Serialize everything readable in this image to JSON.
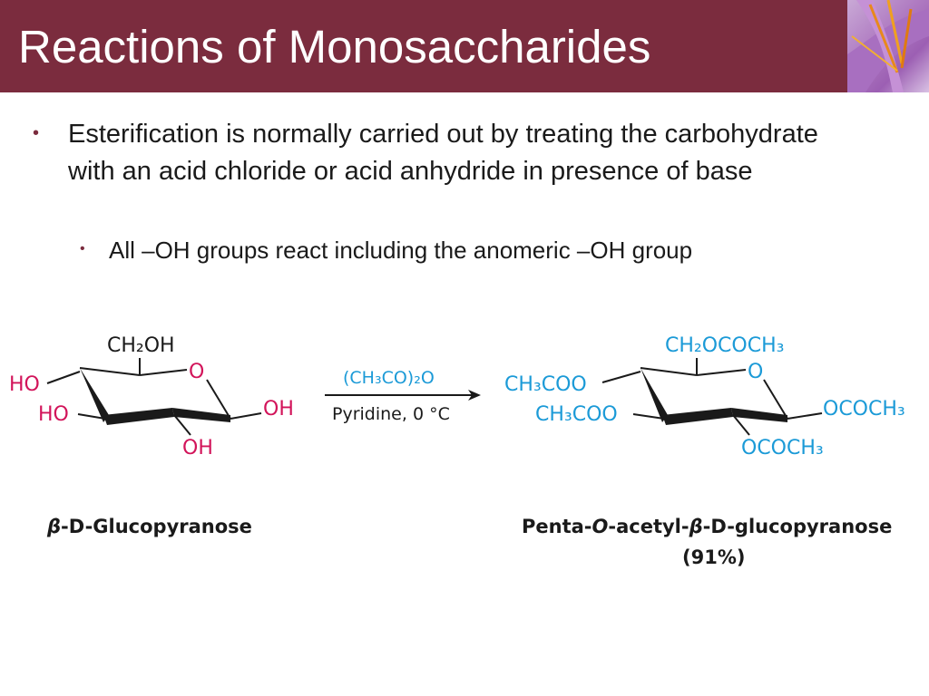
{
  "slide": {
    "title": "Reactions of Monosaccharides",
    "bullet_1": "Esterification is normally carried out by treating the carbohydrate with an acid chloride or acid anhydride in presence of base",
    "bullet_2": "All –OH groups react including the anomeric –OH group"
  },
  "reaction": {
    "reactant": {
      "top": "CH₂OH",
      "ring_o": "O",
      "left_1": "HO",
      "left_2": "HO",
      "right": "OH",
      "bottom": "OH",
      "name_prefix": "β",
      "name_rest": "-D-Glucopyranose"
    },
    "reagent": {
      "above": "(CH₃CO)₂O",
      "below": "Pyridine, 0 °C"
    },
    "product": {
      "top": "CH₂OCOCH₃",
      "ring_o": "O",
      "left_1": "CH₃COO",
      "left_2": "CH₃COO",
      "right": "OCOCH₃",
      "bottom": "OCOCH₃",
      "name_1": "Penta-",
      "name_o": "O",
      "name_2": "-acetyl-",
      "name_beta": "β",
      "name_3": "-D-glucopyranose",
      "yield": "(91%)"
    }
  },
  "colors": {
    "header": "#7b2c3e",
    "reactant_groups": "#d2145a",
    "product_groups": "#1b9ad7"
  }
}
